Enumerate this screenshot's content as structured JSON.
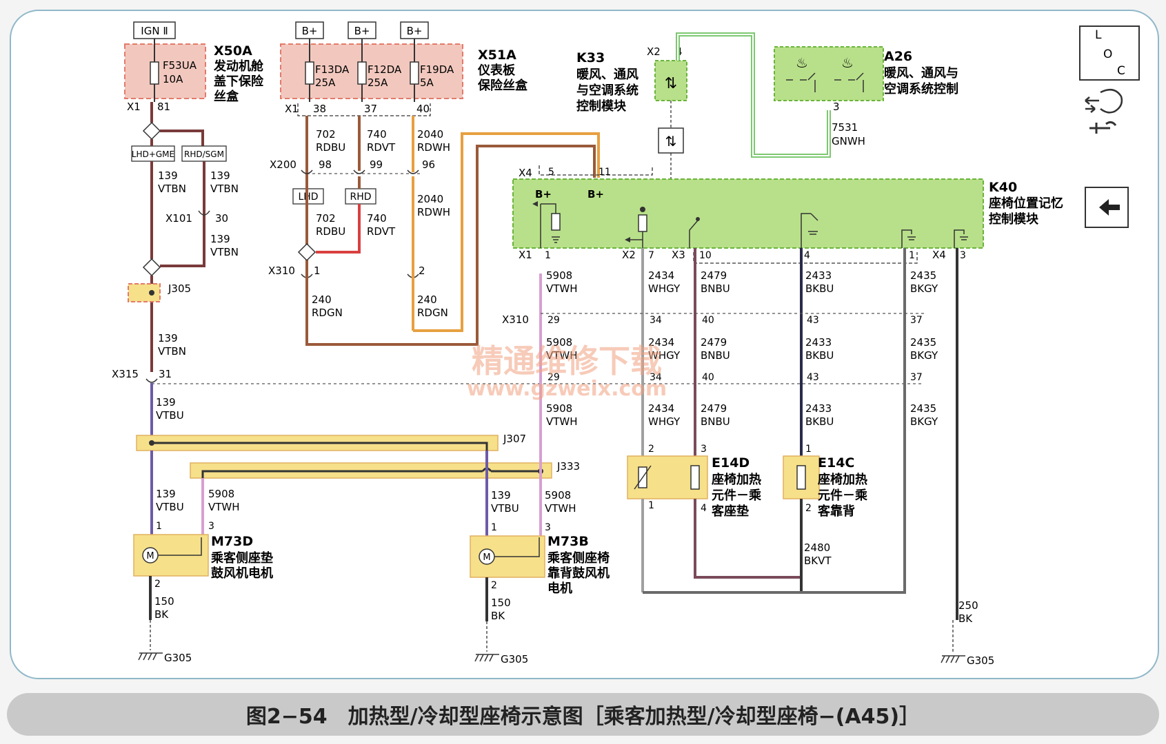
{
  "caption": "图2−54　加热型/冷却型座椅示意图［乘客加热型/冷却型座椅−(A45)］",
  "watermark": {
    "line1": "精通维修下载",
    "line2": "www.gzweix.com"
  },
  "supply": {
    "ign": "IGN Ⅱ",
    "bplus": "B+"
  },
  "fuse_boxes": {
    "x50a": {
      "id": "X50A",
      "name": [
        "发动机舱",
        "盖下保险",
        "丝盒"
      ],
      "fuse": "F53UA",
      "rating": "10A"
    },
    "x51a": {
      "id": "X51A",
      "name": [
        "仪表板",
        "保险丝盒"
      ],
      "fuses": [
        {
          "id": "F13DA",
          "rating": "25A"
        },
        {
          "id": "F12DA",
          "rating": "25A"
        },
        {
          "id": "F19DA",
          "rating": "5A"
        }
      ]
    }
  },
  "modules": {
    "k33": {
      "id": "K33",
      "name": [
        "暖风、通风",
        "与空调系统",
        "控制模块"
      ]
    },
    "a26": {
      "id": "A26",
      "name": [
        "暖风、通风与",
        "空调系统控制"
      ]
    },
    "k40": {
      "id": "K40",
      "name": [
        "座椅位置记忆",
        "控制模块"
      ]
    }
  },
  "variants": {
    "lhd_gme": "LHD+GME",
    "rhd_sgm": "RHD/SGM",
    "lhd": "LHD",
    "rhd": "RHD"
  },
  "connectors": {
    "x1": "X1",
    "x2": "X2",
    "x3": "X3",
    "x4": "X4",
    "x101": "X101",
    "x200": "X200",
    "x310": "X310",
    "x315": "X315",
    "j305": "J305",
    "j307": "J307",
    "j333": "J333"
  },
  "pins": {
    "p81": "81",
    "p38": "38",
    "p37": "37",
    "p40": "40",
    "p98": "98",
    "p99": "99",
    "p96": "96",
    "p30": "30",
    "p1": "1",
    "p2": "2",
    "p3": "3",
    "p4": "4",
    "p5": "5",
    "p7": "7",
    "p10": "10",
    "p11": "11",
    "p29": "29",
    "p34": "34",
    "p43": "43",
    "p37b": "37",
    "p31": "31"
  },
  "wires": {
    "w139": "139",
    "vtbn": "VTBN",
    "vtbu": "VTBU",
    "w702": "702",
    "rdbu": "RDBU",
    "w740": "740",
    "rdvt": "RDVT",
    "w2040": "2040",
    "rdwh": "RDWH",
    "w240": "240",
    "rdgn": "RDGN",
    "w5908": "5908",
    "vtwh": "VTWH",
    "w2434": "2434",
    "whgy": "WHGY",
    "w2479": "2479",
    "bnbu": "BNBU",
    "w2433": "2433",
    "bkbu": "BKBU",
    "w2435": "2435",
    "bkgy": "BKGY",
    "w7531": "7531",
    "gnwh": "GNWH",
    "w2480": "2480",
    "bkvt": "BKVT",
    "w150": "150",
    "w250": "250",
    "bk": "BK"
  },
  "components": {
    "m73d": {
      "id": "M73D",
      "name": [
        "乘客侧座垫",
        "鼓风机电机"
      ]
    },
    "m73b": {
      "id": "M73B",
      "name": [
        "乘客侧座椅",
        "靠背鼓风机",
        "电机"
      ]
    },
    "e14d": {
      "id": "E14D",
      "name": [
        "座椅加热",
        "元件－乘",
        "客座垫"
      ]
    },
    "e14c": {
      "id": "E14C",
      "name": [
        "座椅加热",
        "元件－乘",
        "客靠背"
      ]
    }
  },
  "ground": "G305",
  "icons": {
    "loc": [
      "L",
      "O",
      "C"
    ],
    "m": "M"
  }
}
